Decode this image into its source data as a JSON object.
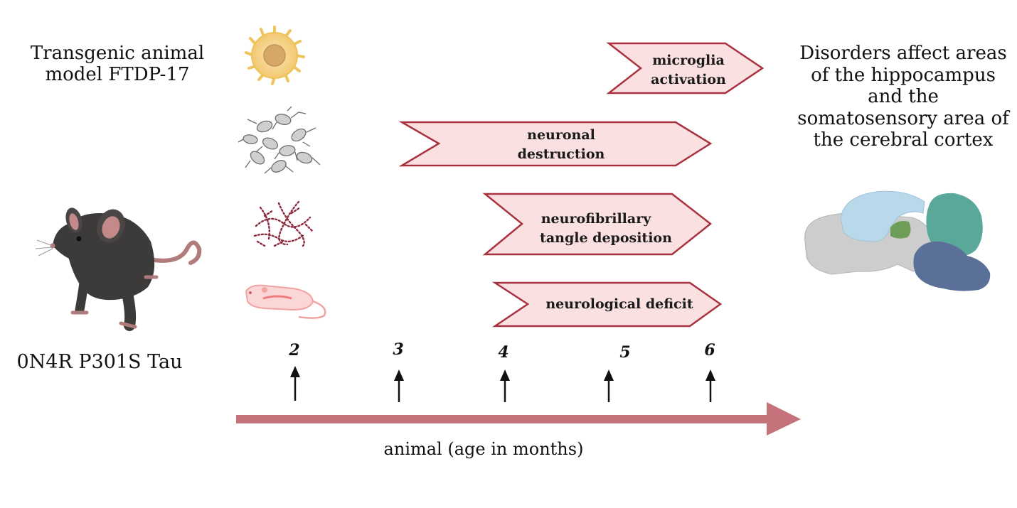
{
  "left_title": "Transgenic animal model FTDP-17",
  "left_model": "0N4R P301S Tau",
  "right_title": "Disorders affect areas of the hippocampus and the somatosensory area of the cerebral cortex",
  "axis_label": "animal (age in months)",
  "colors": {
    "banner_fill": "#fbe0e1",
    "banner_stroke": "#a8323f",
    "timeline": "#c4737a"
  },
  "icons": [
    "microglia-icon",
    "neurons-icon",
    "tangle-icon",
    "mouse-icon",
    "brain-icon",
    "black-mouse-illustration"
  ],
  "banners": [
    {
      "line1": "microglia",
      "line2": "activation"
    },
    {
      "line1": "neuronal",
      "line2": "destruction"
    },
    {
      "line1": "neurofibrillary",
      "line2": "tangle deposition"
    },
    {
      "line1": "neurological deficit",
      "line2": ""
    }
  ],
  "ticks": [
    "2",
    "3",
    "4",
    "5",
    "6"
  ]
}
